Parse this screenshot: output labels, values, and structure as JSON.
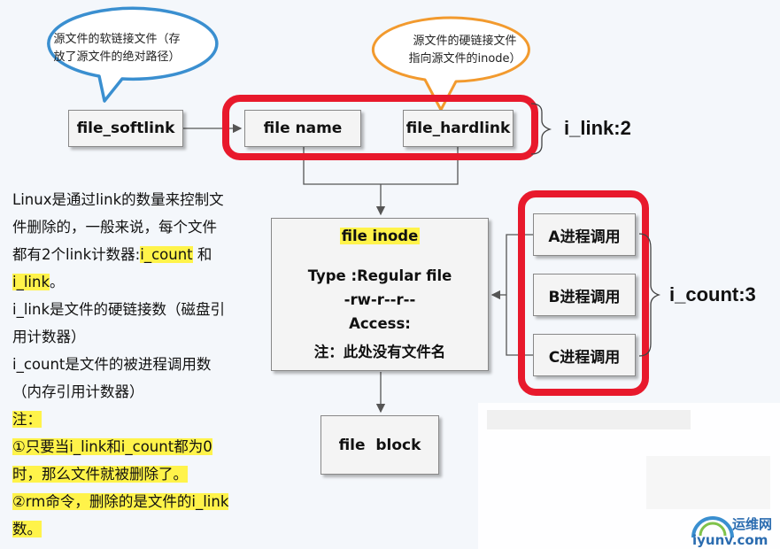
{
  "callouts": {
    "softlink": [
      "源文件的软链接文件（存",
      "放了源文件的绝对路径）"
    ],
    "hardlink": [
      "源文件的硬链接文件",
      "指向源文件的inode）"
    ]
  },
  "nodes": {
    "file_softlink": "file_softlink",
    "file_name": "file name",
    "file_hardlink": "file_hardlink",
    "file_block": "file  block",
    "process_a": "A进程调用",
    "process_b": "B进程调用",
    "process_c": "C进程调用"
  },
  "inode": {
    "title": "file  inode",
    "type": "Type :Regular file",
    "perm": "-rw-r--r--",
    "access": "Access:",
    "note": "注：此处没有文件名"
  },
  "labels": {
    "i_link": "i_link:2",
    "i_count": "i_count:3"
  },
  "explanation": {
    "l1": "Linux是通过link的数量来控制文",
    "l2": "件删除的，一般来说，每个文件",
    "l3_pre": "都有2个link计数器:",
    "l3_hl": "i_count",
    "l3_post": " 和",
    "l4_hl": "i_link",
    "l4_post": "。",
    "l5": "i_link是文件的硬链接数（磁盘引",
    "l6": "用计数器）",
    "l7": "i_count是文件的被进程调用数",
    "l8": "（内存引用计数器）",
    "l9": "注：",
    "l10": "①只要当i_link和i_count都为0",
    "l11": "时，那么文件就被删除了。",
    "l12": "②rm命令，删除的是文件的i_link",
    "l13": "数。"
  },
  "watermark": {
    "site": "运维网",
    "domain": "iyunv.com"
  },
  "colors": {
    "highlight_red": "#e8192c",
    "callout_blue": "#3a8fd0",
    "callout_orange": "#f29a2e",
    "text_highlight": "#fff34a"
  }
}
